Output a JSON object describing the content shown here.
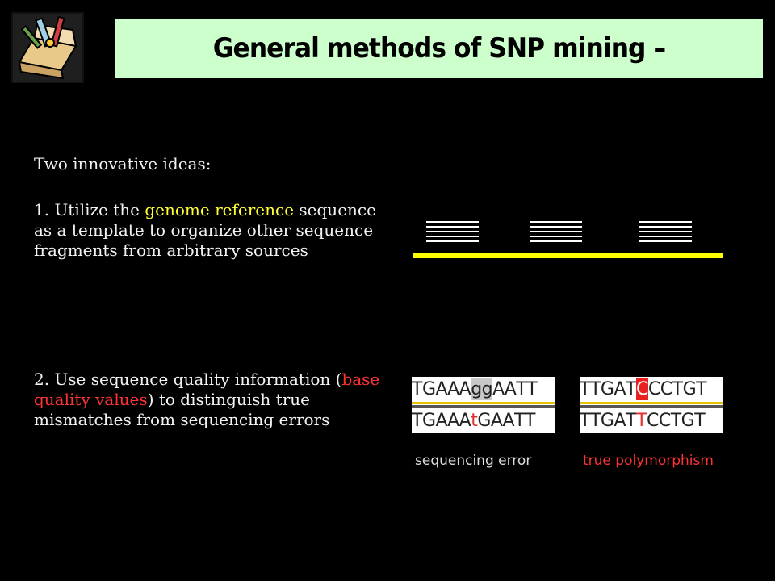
{
  "title": "General methods of SNP mining – PolyBayes",
  "logo": {
    "icon": "toolbox-with-tools-icon"
  },
  "intro": "Two innovative ideas:",
  "idea1": {
    "pre": "1. Utilize the ",
    "highlight": "genome reference",
    "post": " sequence as a template to organize other sequence fragments from arbitrary sources"
  },
  "idea2": {
    "pre": "2. Use sequence quality information (",
    "highlight": "base quality values",
    "post": ") to distinguish true mismatches from sequencing errors"
  },
  "colors": {
    "background": "#000000",
    "title_bar": "#ccffcc",
    "highlight_yellow": "#ffff33",
    "highlight_red": "#ff3333",
    "reference_line": "#ffff00"
  },
  "diagram_alignment": {
    "fragment_groups": 3,
    "lines_per_group": 5
  },
  "examples": [
    {
      "caption": "sequencing error",
      "top_seq": [
        "T",
        "G",
        "A",
        "A",
        "A",
        "g",
        "g",
        "A",
        "A",
        "T",
        "T"
      ],
      "bottom_seq": [
        "T",
        "G",
        "A",
        "A",
        "A",
        "t",
        "G",
        "A",
        "A",
        "T",
        "T"
      ]
    },
    {
      "caption": "true polymorphism",
      "top_seq": [
        "T",
        "T",
        "G",
        "A",
        "T",
        "C",
        "C",
        "C",
        "T",
        "G",
        "T"
      ],
      "bottom_seq": [
        "T",
        "T",
        "G",
        "A",
        "T",
        "T",
        "C",
        "C",
        "T",
        "G",
        "T"
      ]
    }
  ]
}
